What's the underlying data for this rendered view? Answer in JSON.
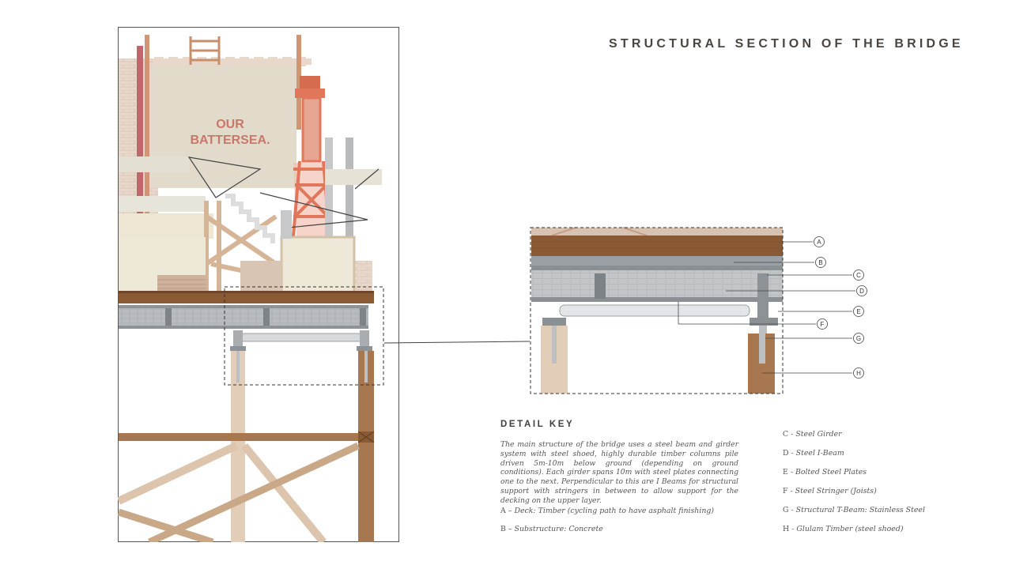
{
  "title": "STRUCTURAL SECTION OF THE BRIDGE",
  "banner": {
    "line1": "OUR",
    "line2": "BATTERSEA."
  },
  "detail_key": {
    "heading": "DETAIL KEY",
    "description": "The main structure of the bridge uses a steel beam and girder system with steel shoed, highly durable timber columns pile driven 5m-10m below ground (depending on ground conditions). Each girder spans 10m with steel plates connecting one to the next. Perpendicular to this are I Beams for structural support with stringers in between to allow support for the decking on the upper layer.",
    "items": [
      {
        "letter": "A",
        "sep": "–",
        "text": "Deck: Timber (cycling path to have asphalt finishing)"
      },
      {
        "letter": "B",
        "sep": "–",
        "text": "Substructure: Concrete"
      },
      {
        "letter": "C",
        "sep": "-",
        "text": "Steel Girder"
      },
      {
        "letter": "D",
        "sep": "-",
        "text": "Steel I-Beam"
      },
      {
        "letter": "E",
        "sep": "-",
        "text": "Bolted Steel Plates"
      },
      {
        "letter": "F",
        "sep": "-",
        "text": "Steel Stringer (Joists)"
      },
      {
        "letter": "G",
        "sep": "-",
        "text": "Structural T-Beam: Stainless Steel"
      },
      {
        "letter": "H",
        "sep": "-",
        "text": "Glulam Timber (steel shoed)"
      }
    ]
  },
  "callouts": [
    "A",
    "B",
    "C",
    "D",
    "E",
    "F",
    "G",
    "H"
  ],
  "colors": {
    "timber_deck": "#8a5a35",
    "timber_column": "#a7774f",
    "light_timber": "#d9bea3",
    "steel": "#a9adb0",
    "banner_bg": "#e6dfcf",
    "banner_text": "#c8786a",
    "tower": "#e0775a"
  }
}
